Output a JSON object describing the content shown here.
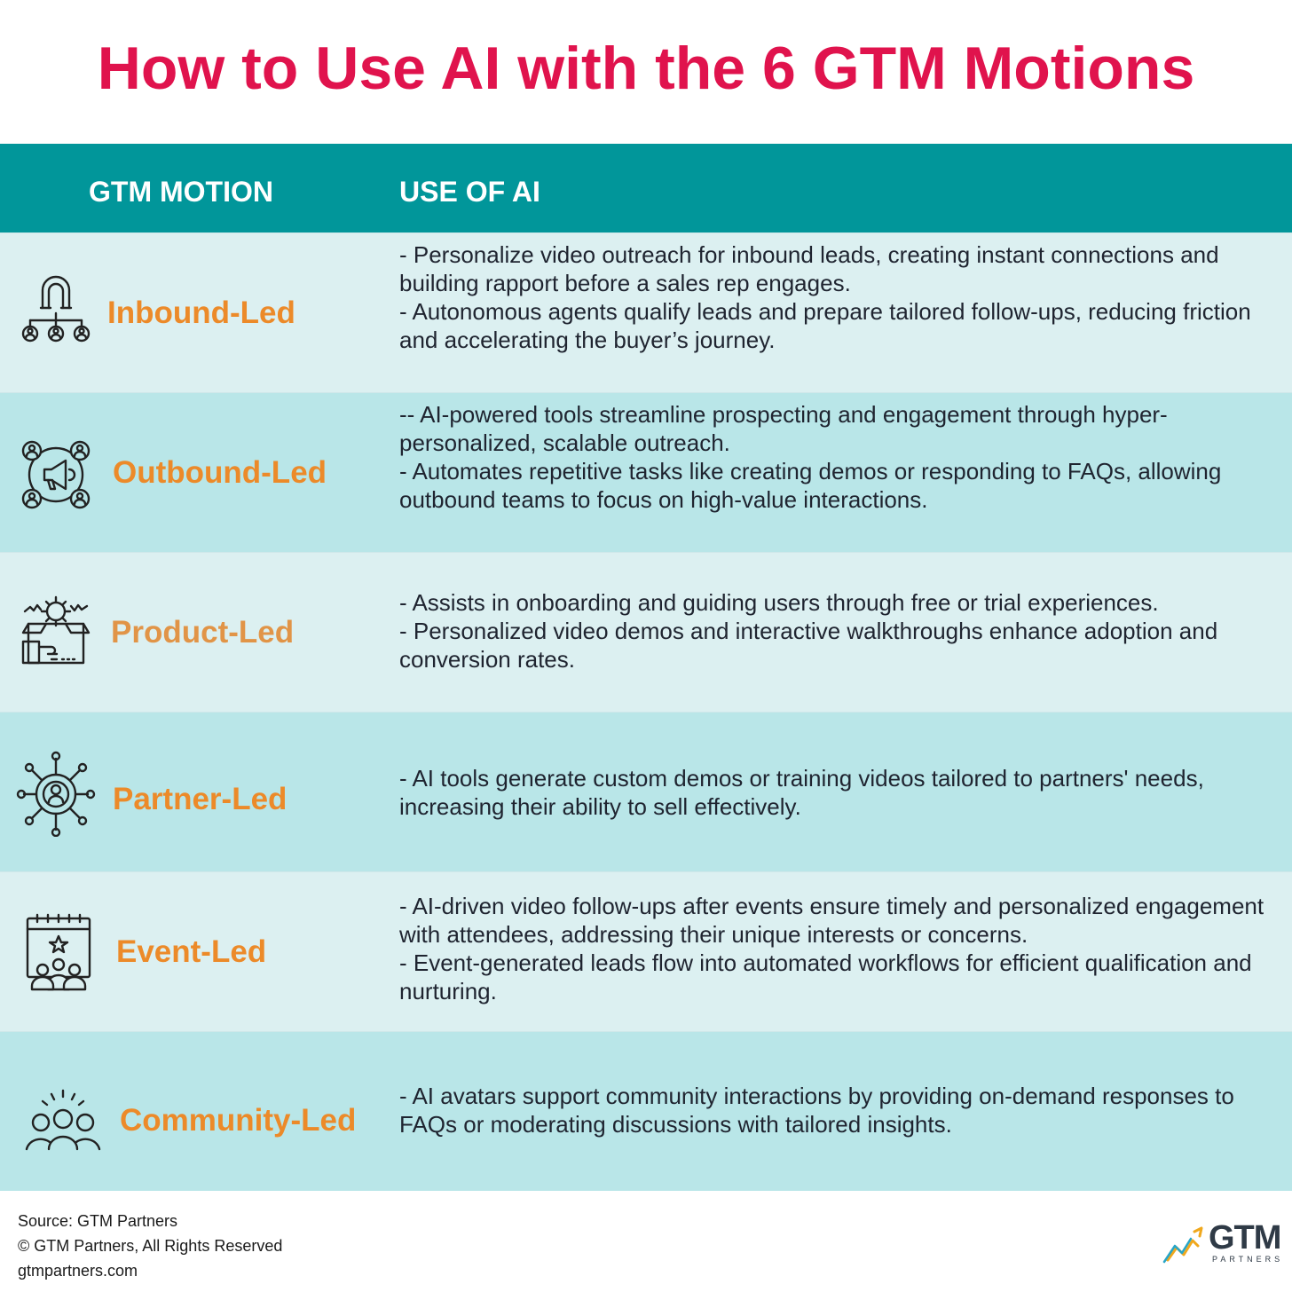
{
  "title": "How to Use AI with the 6 GTM Motions",
  "header": {
    "col1": "GTM MOTION",
    "col2": "USE OF AI"
  },
  "rows": [
    {
      "motion": "Inbound-Led",
      "icon": "inbound-funnel-people-icon",
      "lines": [
        "- Personalize video outreach for inbound leads, creating instant connections and building rapport before a sales rep engages.",
        "- Autonomous agents qualify leads and prepare tailored follow-ups, reducing friction and accelerating the buyer’s journey."
      ]
    },
    {
      "motion": "Outbound-Led",
      "icon": "megaphone-people-icon",
      "lines": [
        "-- AI-powered tools streamline prospecting and engagement through hyper-personalized, scalable outreach.",
        "- Automates repetitive tasks like creating demos or responding to FAQs, allowing outbound teams to focus on high-value interactions."
      ]
    },
    {
      "motion": "Product-Led",
      "icon": "product-box-hand-icon",
      "lines": [
        "- Assists in onboarding and guiding users through free or trial experiences.",
        "- Personalized video demos and interactive walkthroughs enhance adoption and conversion rates."
      ]
    },
    {
      "motion": "Partner-Led",
      "icon": "partner-network-icon",
      "lines": [
        "- AI tools generate custom demos or training videos tailored to partners' needs, increasing their ability to sell effectively."
      ]
    },
    {
      "motion": "Event-Led",
      "icon": "event-calendar-people-icon",
      "lines": [
        "- AI-driven video follow-ups after events ensure timely and personalized engagement with attendees, addressing their unique interests or concerns.",
        "- Event-generated leads flow into automated workflows for efficient qualification and nurturing."
      ]
    },
    {
      "motion": "Community-Led",
      "icon": "community-group-icon",
      "lines": [
        "- AI avatars support community interactions by providing on-demand responses to FAQs or moderating discussions with tailored insights."
      ]
    }
  ],
  "footer": {
    "source": "Source: GTM Partners",
    "copyright": "© GTM Partners, All Rights Reserved",
    "url": "gtmpartners.com"
  },
  "logo": {
    "word": "GTM",
    "sub": "PARTNERS"
  },
  "colors": {
    "title": "#e0134d",
    "header_bg": "#01969a",
    "motion_text": "#ec8a29",
    "row_light": "#dcf0f1",
    "row_dark": "#b9e6e8"
  }
}
